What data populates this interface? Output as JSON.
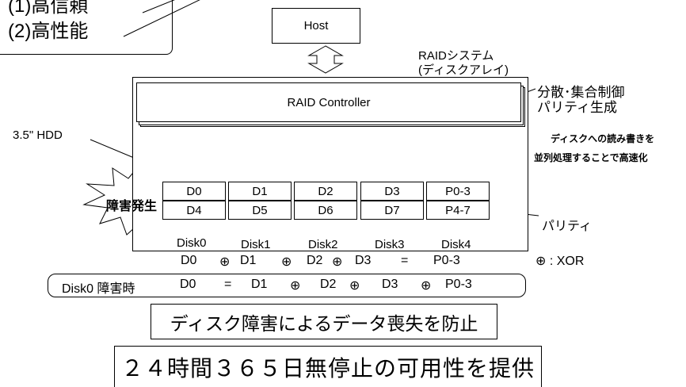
{
  "features": {
    "item1": "(1)高信頼",
    "item2": "(2)高性能"
  },
  "host": {
    "label": "Host"
  },
  "raid_system": {
    "line1": "RAIDシステム",
    "line2": "(ディスクアレイ)"
  },
  "controller": {
    "label": "RAID Controller"
  },
  "annotations": {
    "distribution_line1": "分散･集合制御",
    "distribution_line2": "パリティ生成",
    "parallel_line1": "ディスクへの読み書きを",
    "parallel_line2": "並列処理することで高速化",
    "hdd": "3.5\" HDD",
    "failure": "障害発生",
    "parity": "パリティ"
  },
  "disks": [
    {
      "name": "Disk0",
      "blocks": [
        "D0",
        "D4"
      ]
    },
    {
      "name": "Disk1",
      "blocks": [
        "D1",
        "D5"
      ]
    },
    {
      "name": "Disk2",
      "blocks": [
        "D2",
        "D6"
      ]
    },
    {
      "name": "Disk3",
      "blocks": [
        "D3",
        "D7"
      ]
    },
    {
      "name": "Disk4",
      "blocks": [
        "P0-3",
        "P4-7"
      ]
    }
  ],
  "equation1": [
    "D0",
    "⊕",
    "D1",
    "⊕",
    "D2",
    "⊕",
    "D3",
    "=",
    "P0-3"
  ],
  "equation2": {
    "prefix": "Disk0 障害時",
    "terms": [
      "D0",
      "=",
      "D1",
      "⊕",
      "D2",
      "⊕",
      "D3",
      "⊕",
      "P0-3"
    ]
  },
  "xor_legend": "⊕ : XOR",
  "statement1": "ディスク障害によるデータ喪失を防止",
  "statement2": "２４時間３６５日無停止の可用性を提供"
}
